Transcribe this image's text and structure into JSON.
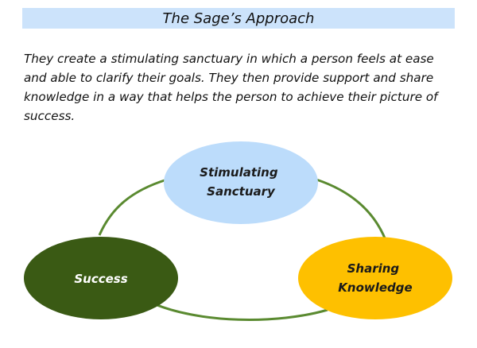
{
  "header": {
    "title": "The Sage’s Approach"
  },
  "body": {
    "description": "They create a stimulating sanctuary in which a person feels at ease and able to clarify their goals. They then provide support and share knowledge in a way that helps the person to achieve their picture of success."
  },
  "diagram": {
    "nodes": [
      {
        "id": "stimulating-sanctuary",
        "lines": [
          "Stimulating",
          "Sanctuary"
        ],
        "color": "#bcdcfb",
        "text_color": "#1a1a1a"
      },
      {
        "id": "success",
        "lines": [
          "Success"
        ],
        "color": "#3a5a14",
        "text_color": "#ffffff"
      },
      {
        "id": "sharing-knowledge",
        "lines": [
          "Sharing",
          "Knowledge"
        ],
        "color": "#fec000",
        "text_color": "#1a1a1a"
      }
    ],
    "connector_color": "#5a8a30"
  }
}
